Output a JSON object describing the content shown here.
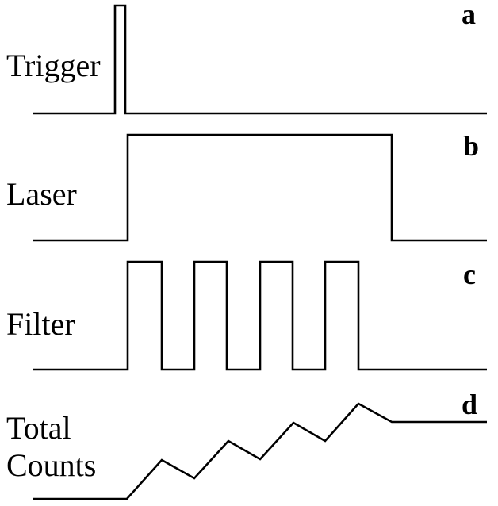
{
  "panels": [
    {
      "letter": "a",
      "label": "Trigger"
    },
    {
      "letter": "b",
      "label": "Laser"
    },
    {
      "letter": "c",
      "label": "Filter"
    },
    {
      "letter": "d",
      "label_lines": [
        "Total",
        "Counts"
      ]
    }
  ],
  "colors": {
    "trace": "#000000",
    "background": "#ffffff"
  }
}
